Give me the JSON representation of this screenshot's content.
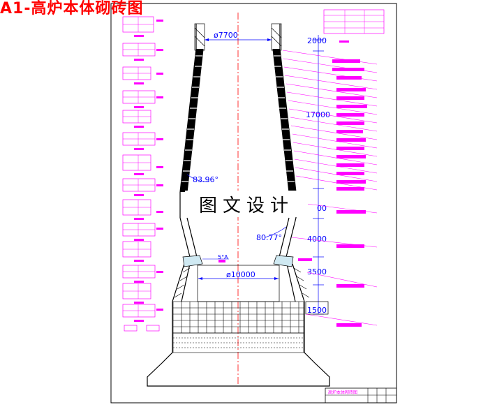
{
  "title": "A1-高炉本体砌砖图",
  "watermark": "图文设计",
  "dimensions": {
    "top_diameter": "ø7700",
    "bottom_diameter": "ø10000",
    "angle_upper": "83.96°",
    "angle_lower": "80.77°",
    "heights": [
      "2000",
      "17000",
      "00",
      "4000",
      "3500",
      "1500"
    ],
    "tuyere_label": "5°A"
  },
  "colors": {
    "line": "#000000",
    "annotation": "#ff00ff",
    "dimension": "#0000ff",
    "centerline": "#ff0000",
    "title": "#ff0000"
  },
  "title_block": {
    "drawing_name": "高炉本体砌砖图"
  }
}
